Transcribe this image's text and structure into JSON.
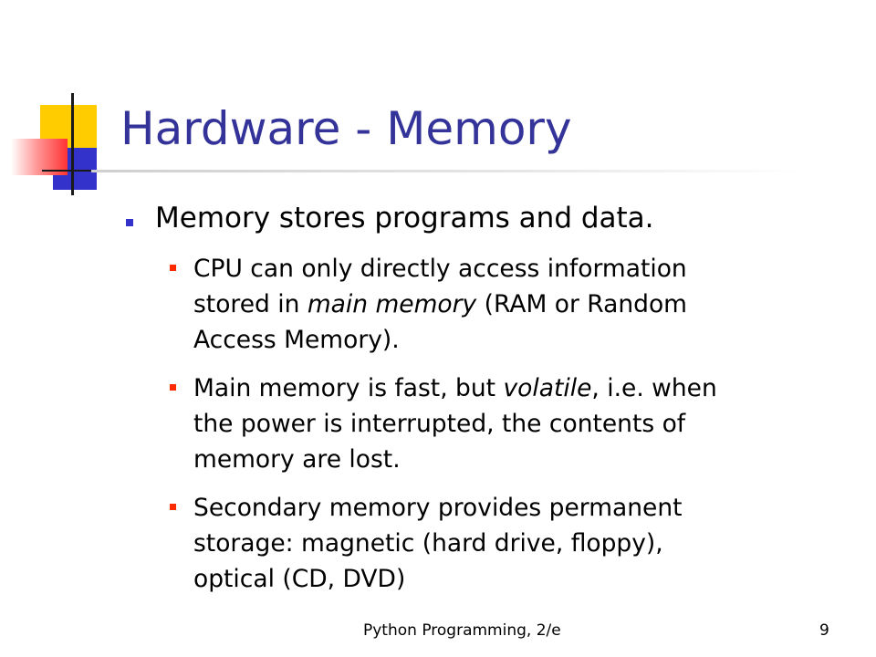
{
  "slide": {
    "title": "Hardware - Memory",
    "main_bullet": "Memory stores programs and data.",
    "sub1": {
      "line1": "CPU can only directly access information",
      "line2_pre": "stored in ",
      "line2_em": "main memory",
      "line2_post": " (RAM or Random",
      "line3": "Access Memory)."
    },
    "sub2": {
      "line1_pre": "Main memory is fast, but ",
      "line1_em": "volatile",
      "line1_post": ", i.e. when",
      "line2": "the power is interrupted, the contents of",
      "line3": "memory are lost."
    },
    "sub3": {
      "line1": "Secondary memory provides permanent",
      "line2": "storage: magnetic (hard drive, floppy),",
      "line3": "optical (CD, DVD)"
    },
    "footer": {
      "title": "Python Programming, 2/e",
      "page_number": "9"
    }
  },
  "colors": {
    "title": "#333399",
    "main_bullet": "#3333cc",
    "sub_bullet": "#ff2a00",
    "accent_yellow": "#ffcc00",
    "accent_blue": "#3333cc",
    "accent_red": "#ff3333"
  }
}
